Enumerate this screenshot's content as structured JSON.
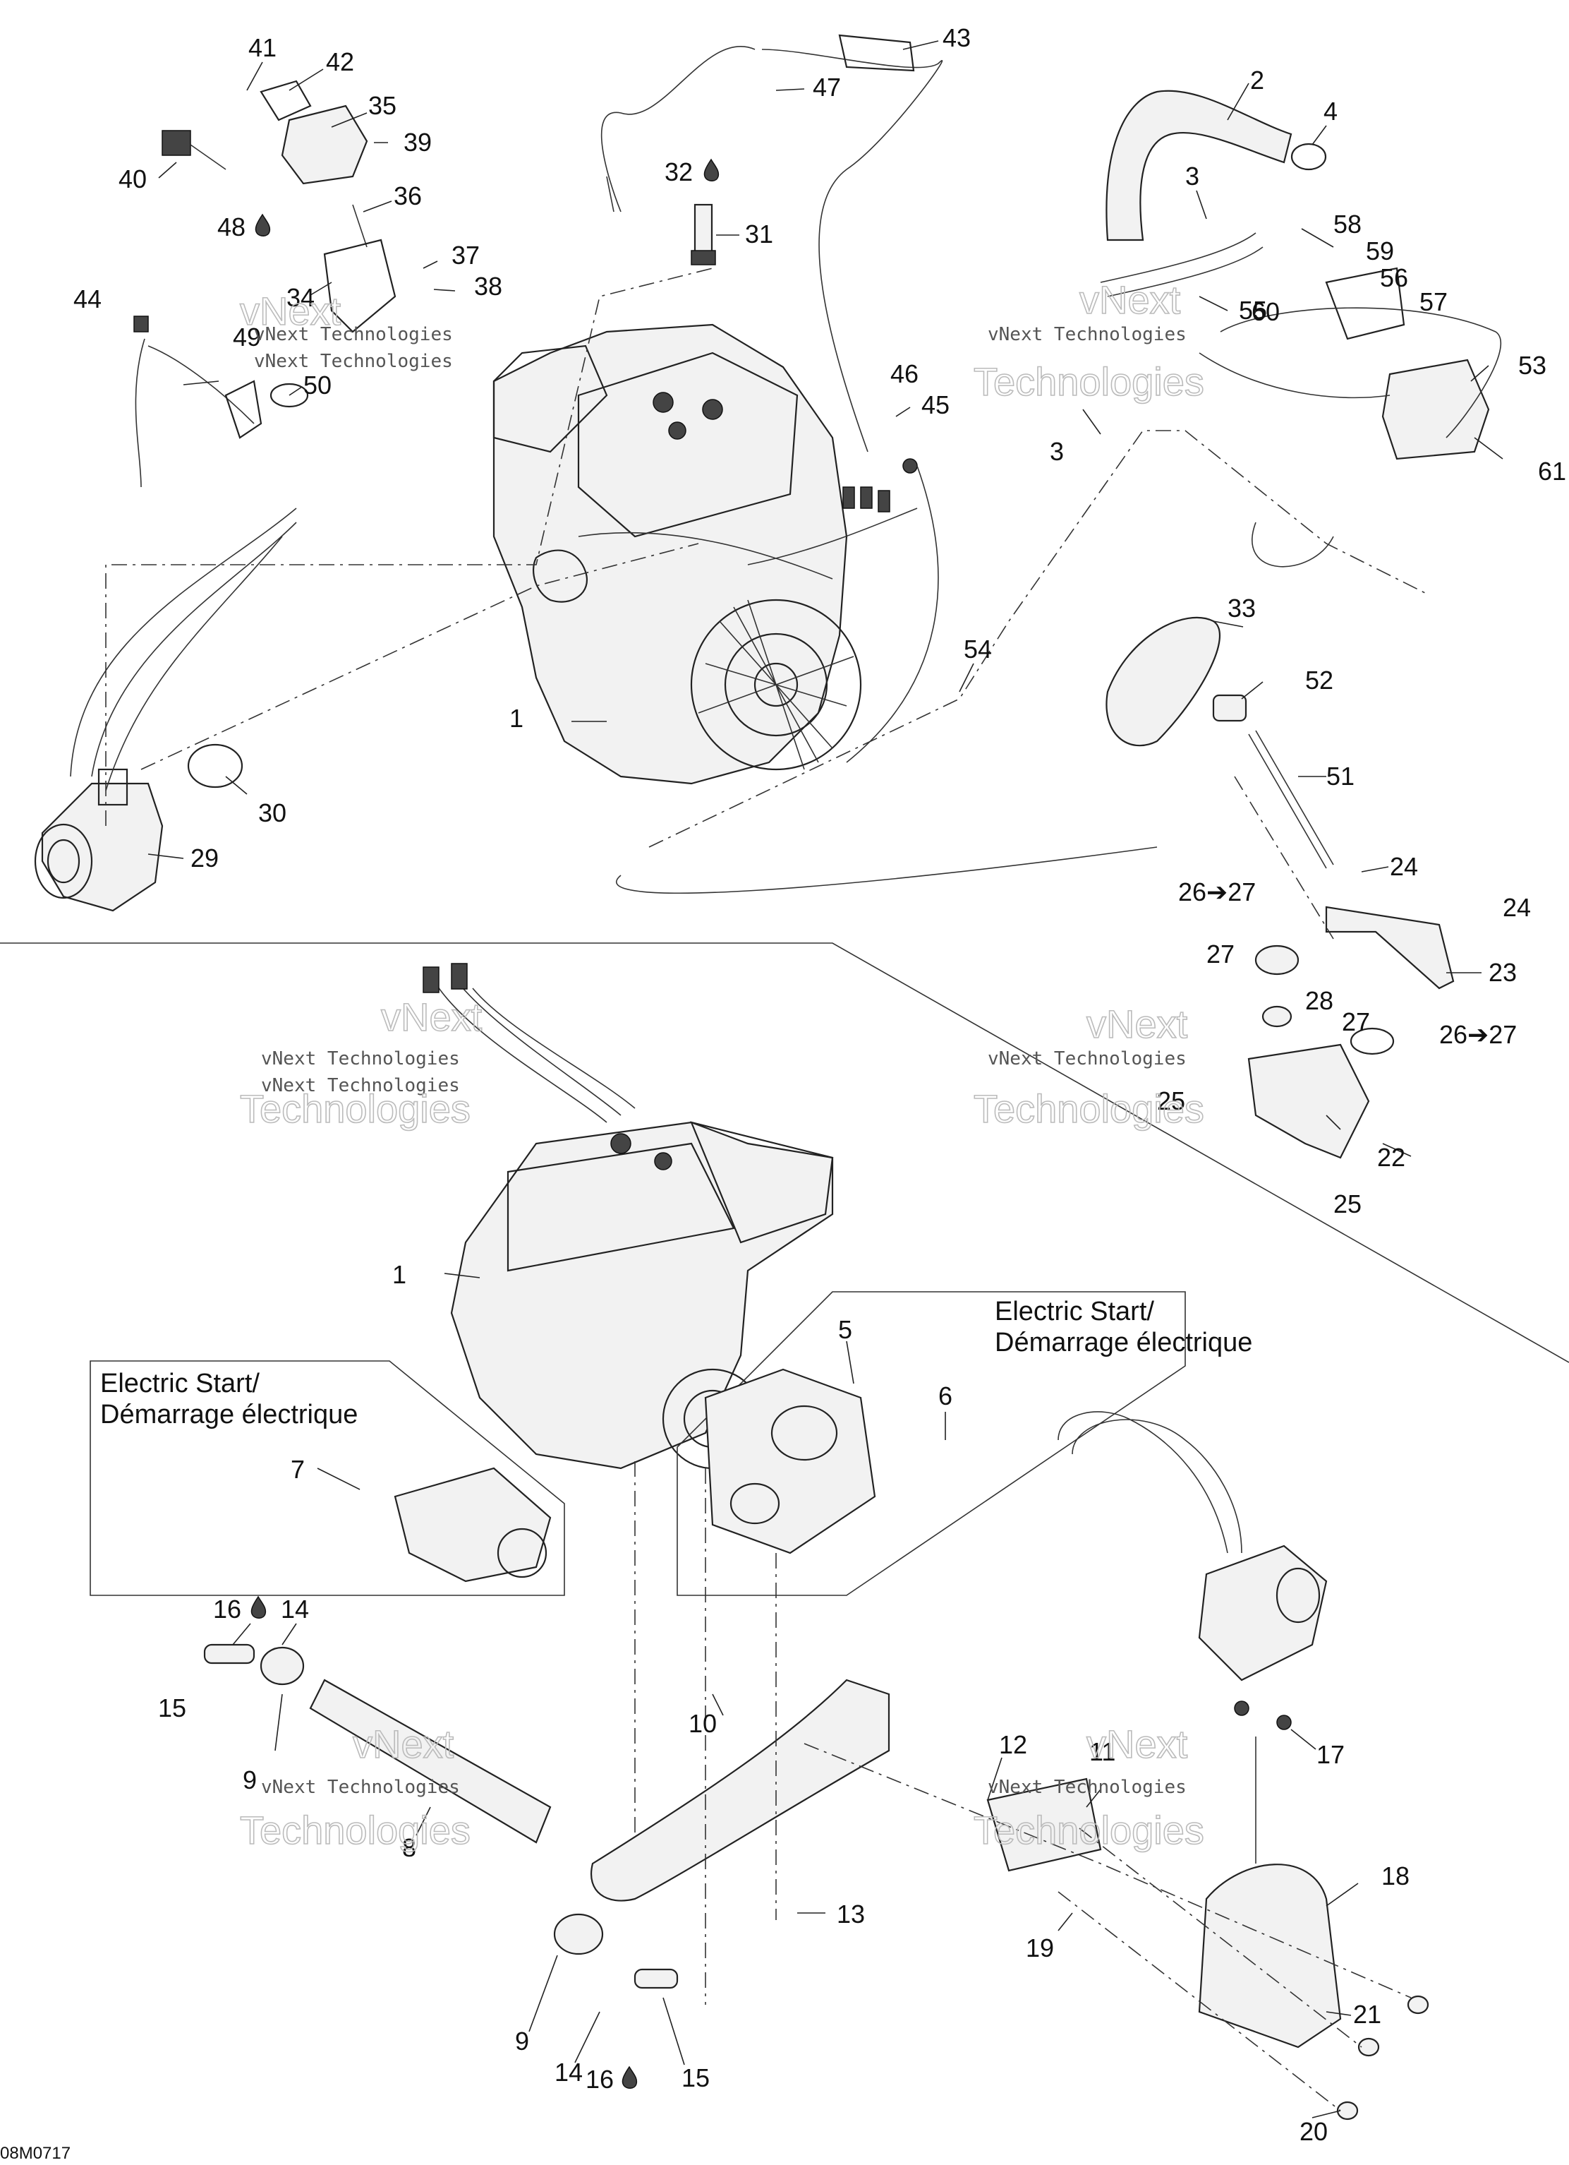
{
  "figure_code": "08M0717",
  "watermark": {
    "line1": "vNext Technologies",
    "big_a": "vNext",
    "big_b": "Technologies"
  },
  "boxes": [
    {
      "id": "electric-start-left",
      "line1": "Electric Start/",
      "line2": "Démarrage électrique"
    },
    {
      "id": "electric-start-right",
      "line1": "Electric Start/",
      "line2": "Démarrage électrique"
    }
  ],
  "callouts": [
    {
      "text": "41"
    },
    {
      "text": "42"
    },
    {
      "text": "35"
    },
    {
      "text": "39"
    },
    {
      "text": "40"
    },
    {
      "text": "36"
    },
    {
      "text": "48"
    },
    {
      "text": "37"
    },
    {
      "text": "38"
    },
    {
      "text": "34"
    },
    {
      "text": "44"
    },
    {
      "text": "49"
    },
    {
      "text": "50"
    },
    {
      "text": "43"
    },
    {
      "text": "47"
    },
    {
      "text": "32"
    },
    {
      "text": "31"
    },
    {
      "text": "46"
    },
    {
      "text": "45"
    },
    {
      "text": "1"
    },
    {
      "text": "54"
    },
    {
      "text": "30"
    },
    {
      "text": "29"
    },
    {
      "text": "2"
    },
    {
      "text": "4"
    },
    {
      "text": "3"
    },
    {
      "text": "58"
    },
    {
      "text": "59"
    },
    {
      "text": "56"
    },
    {
      "text": "57"
    },
    {
      "text": "55"
    },
    {
      "text": "60"
    },
    {
      "text": "53"
    },
    {
      "text": "3"
    },
    {
      "text": "61"
    },
    {
      "text": "33"
    },
    {
      "text": "52"
    },
    {
      "text": "51"
    },
    {
      "text": "24"
    },
    {
      "text": "26➔27"
    },
    {
      "text": "24"
    },
    {
      "text": "27"
    },
    {
      "text": "23"
    },
    {
      "text": "28"
    },
    {
      "text": "27"
    },
    {
      "text": "26➔27"
    },
    {
      "text": "25"
    },
    {
      "text": "22"
    },
    {
      "text": "25"
    },
    {
      "text": "1"
    },
    {
      "text": "5"
    },
    {
      "text": "6"
    },
    {
      "text": "7"
    },
    {
      "text": "16"
    },
    {
      "text": "14"
    },
    {
      "text": "15"
    },
    {
      "text": "10"
    },
    {
      "text": "9"
    },
    {
      "text": "12"
    },
    {
      "text": "11"
    },
    {
      "text": "17"
    },
    {
      "text": "8"
    },
    {
      "text": "13"
    },
    {
      "text": "18"
    },
    {
      "text": "19"
    },
    {
      "text": "21"
    },
    {
      "text": "9"
    },
    {
      "text": "14"
    },
    {
      "text": "15"
    },
    {
      "text": "16"
    },
    {
      "text": "20"
    }
  ]
}
